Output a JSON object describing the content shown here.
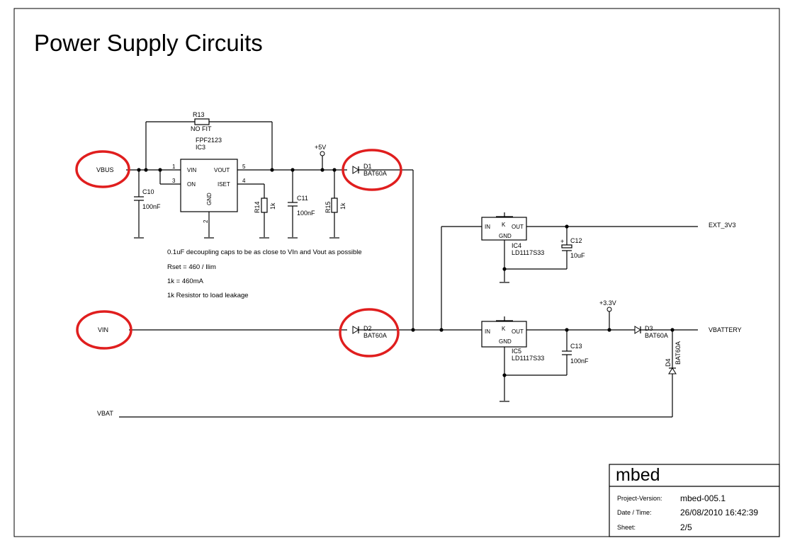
{
  "title": "Power Supply Circuits",
  "nets": {
    "vbus": "VBUS",
    "vin": "VIN",
    "vbat": "VBAT",
    "ext3v3": "EXT_3V3",
    "vbattery": "VBATTERY",
    "p5v": "+5V",
    "p3v3": "+3.3V"
  },
  "components": {
    "r13": {
      "ref": "R13",
      "value": "NO FIT"
    },
    "ic3": {
      "part": "FPF2123",
      "ref": "IC3",
      "pins": {
        "vin": "VIN",
        "on": "ON",
        "vout": "VOUT",
        "iset": "ISET",
        "gnd": "GND",
        "n1": "1",
        "n3": "3",
        "n5": "5",
        "n4": "4",
        "n2": "2"
      }
    },
    "c10": {
      "ref": "C10",
      "value": "100nF"
    },
    "r14": {
      "ref": "R14",
      "value": "1k"
    },
    "c11": {
      "ref": "C11",
      "value": "100nF"
    },
    "r15": {
      "ref": "R15",
      "value": "1k"
    },
    "d1": {
      "ref": "D1",
      "part": "BAT60A"
    },
    "d2": {
      "ref": "D2",
      "part": "BAT60A"
    },
    "d3": {
      "ref": "D3",
      "part": "BAT60A"
    },
    "d4": {
      "ref": "D4",
      "part": "BAT60A"
    },
    "ic4": {
      "ref": "IC4",
      "part": "LD1117S33",
      "pins": {
        "in": "IN",
        "out": "OUT",
        "k": "K",
        "gnd": "GND"
      }
    },
    "ic5": {
      "ref": "IC5",
      "part": "LD1117S33",
      "pins": {
        "in": "IN",
        "out": "OUT",
        "k": "K",
        "gnd": "GND"
      }
    },
    "c12": {
      "ref": "C12",
      "value": "10uF",
      "polarity": "+"
    },
    "c13": {
      "ref": "C13",
      "value": "100nF"
    }
  },
  "notes": [
    "0.1uF decoupling caps to be as close to VIn and Vout as possible",
    "Rset = 460 / Ilim",
    "1k = 460mA",
    "1k Resistor to load leakage"
  ],
  "title_block": {
    "name": "mbed",
    "rows": [
      {
        "label": "Project-Version:",
        "value": "mbed-005.1"
      },
      {
        "label": "Date / Time:",
        "value": "26/08/2010 16:42:39"
      },
      {
        "label": "Sheet:",
        "value": "2/5"
      }
    ]
  },
  "colors": {
    "annotation": "#e01e1e",
    "ink": "#000000",
    "paper": "#ffffff"
  }
}
